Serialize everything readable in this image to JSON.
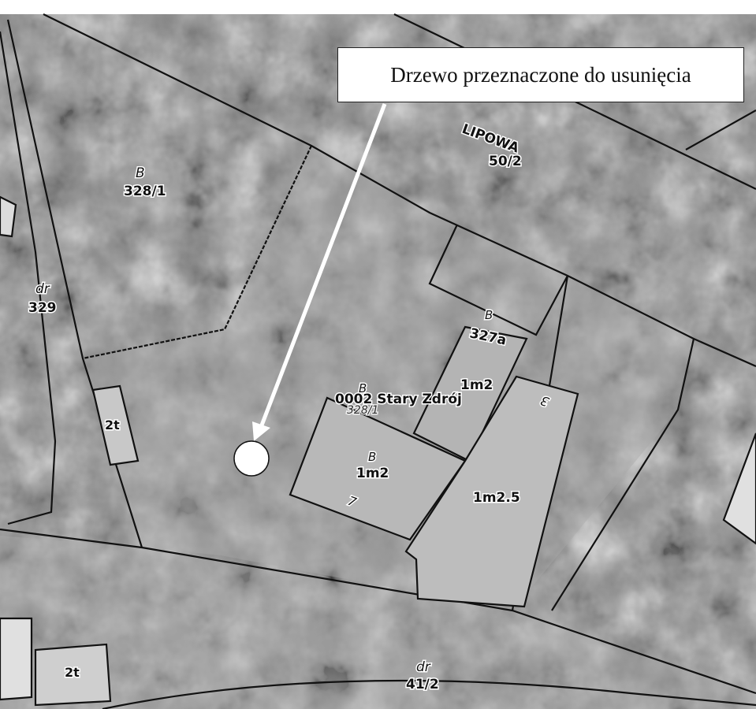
{
  "callout": {
    "text": "Drzewo przeznaczone do usunięcia"
  },
  "labels": {
    "street_name": "LIPOWA",
    "street_parcel": "50/2",
    "parcel_b_class": "B",
    "parcel_b_number": "328/1",
    "road_class": "dr",
    "road_number": "329",
    "parcel_327_class": "B",
    "parcel_327_number": "327a",
    "precinct": "0002 Stary Zdrój",
    "parcel_328_class": "B",
    "parcel_328_number": "328/1",
    "building_small_1": "1m2",
    "building_main_class": "B",
    "building_main": "1m2",
    "building_main_entry": "7",
    "building_right": "1m2.5",
    "building_right_entry": "3",
    "shed_left": "2t",
    "shed_bottom": "2t",
    "road_bottom_class": "dr",
    "road_bottom_number": "41/2"
  },
  "marker": {
    "icon": "tree-marker-icon",
    "meaning": "tree"
  }
}
